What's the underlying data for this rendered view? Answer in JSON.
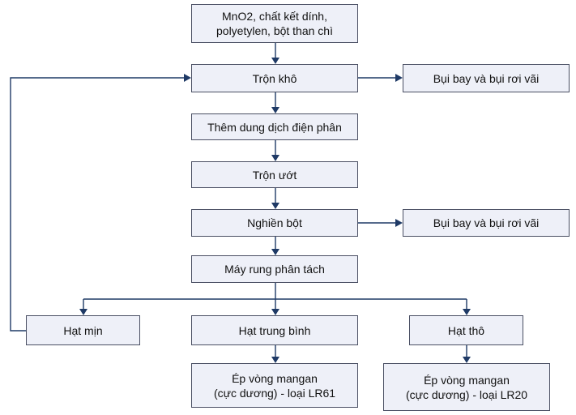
{
  "nodes": {
    "inputs": "MnO2, chất kết dính,\npolyetylen, bột than chì",
    "dry_mixing": "Trộn khô",
    "dry_mixing_waste": "Bụi bay và bụi rơi vãi",
    "add_electrolyte": "Thêm dung dịch điện phân",
    "wet_mixing": "Trộn ướt",
    "grinding": "Nghiền bột",
    "grinding_waste": "Bụi bay và bụi rơi vãi",
    "vibrating_separator": "Máy rung phân tách",
    "fine_particles": "Hạt mịn",
    "medium_particles": "Hạt trung bình",
    "coarse_particles": "Hạt thô",
    "press_lr61": "Ép vòng mangan\n(cực dương) - loại LR61",
    "press_lr20": "Ép vòng mangan\n(cực dương) - loại LR20"
  },
  "colors": {
    "box_fill": "#eef0f8",
    "box_border": "#4a4f63",
    "connector": "#1f3a66"
  }
}
